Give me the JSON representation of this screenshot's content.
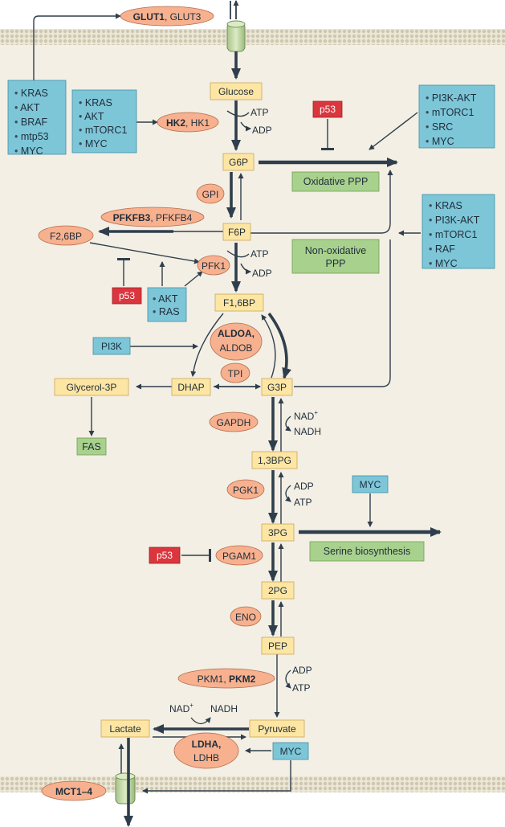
{
  "metabolites": {
    "glucose": "Glucose",
    "g6p": "G6P",
    "f6p": "F6P",
    "f26bp": "F2,6BP",
    "f16bp": "F1,6BP",
    "dhap": "DHAP",
    "g3p": "G3P",
    "glycerol3p": "Glycerol-3P",
    "bpg13": "1,3BPG",
    "pg3": "3PG",
    "pg2": "2PG",
    "pep": "PEP",
    "pyruvate": "Pyruvate",
    "lactate": "Lactate"
  },
  "enzymes": {
    "glut_bold": "GLUT1",
    "glut_rest": ", GLUT3",
    "hk_bold": "HK2",
    "hk_rest": ", HK1",
    "gpi": "GPI",
    "pfkfb_bold": "PFKFB3",
    "pfkfb_rest": ", PFKFB4",
    "pfk1": "PFK1",
    "aldoa": "ALDOA,",
    "aldob": "ALDOB",
    "tpi": "TPI",
    "gapdh": "GAPDH",
    "pgk1": "PGK1",
    "pgam1": "PGAM1",
    "eno": "ENO",
    "pkm1": "PKM1, ",
    "pkm2": "PKM2",
    "ldha": "LDHA,",
    "ldhb": "LDHB",
    "mct": "MCT1–4"
  },
  "cofactors": {
    "atp1": "ATP",
    "adp1": "ADP",
    "atp2": "ATP",
    "adp2": "ADP",
    "nad1": "NAD",
    "nad1_sup": "+",
    "nadh1": "NADH",
    "adp3": "ADP",
    "atp3": "ATP",
    "adp4": "ADP",
    "atp4": "ATP",
    "nad2": "NAD",
    "nad2_sup": "+",
    "nadh2": "NADH"
  },
  "regulator_boxes": {
    "box1": [
      "KRAS",
      "AKT",
      "BRAF",
      "mtp53",
      "MYC"
    ],
    "box2": [
      "KRAS",
      "AKT",
      "mTORC1",
      "MYC"
    ],
    "box3": [
      "PI3K-AKT",
      "mTORC1",
      "SRC",
      "MYC"
    ],
    "box4": [
      "KRAS",
      "PI3K-AKT",
      "mTORC1",
      "RAF",
      "MYC"
    ],
    "box5": [
      "AKT",
      "RAS"
    ],
    "pi3k": "PI3K",
    "myc_serine": "MYC",
    "myc_ldh": "MYC"
  },
  "bullet": "•",
  "p53": {
    "ppp": "p53",
    "pfk": "p53",
    "pgam": "p53"
  },
  "pathways": {
    "oxidative_ppp": "Oxidative PPP",
    "non_oxidative_ppp_line1": "Non-oxidative",
    "non_oxidative_ppp_line2": "PPP",
    "fas": "FAS",
    "serine": "Serine biosynthesis"
  },
  "colors": {
    "background_cell": "#f3efe4",
    "membrane": "#d8d2bd",
    "metabolite": "#fde6a4",
    "enzyme": "#f7b18f",
    "regulator": "#7dc6d8",
    "pathway": "#a9d18e",
    "p53": "#d9363e",
    "arrow": "#2f3e4c"
  }
}
